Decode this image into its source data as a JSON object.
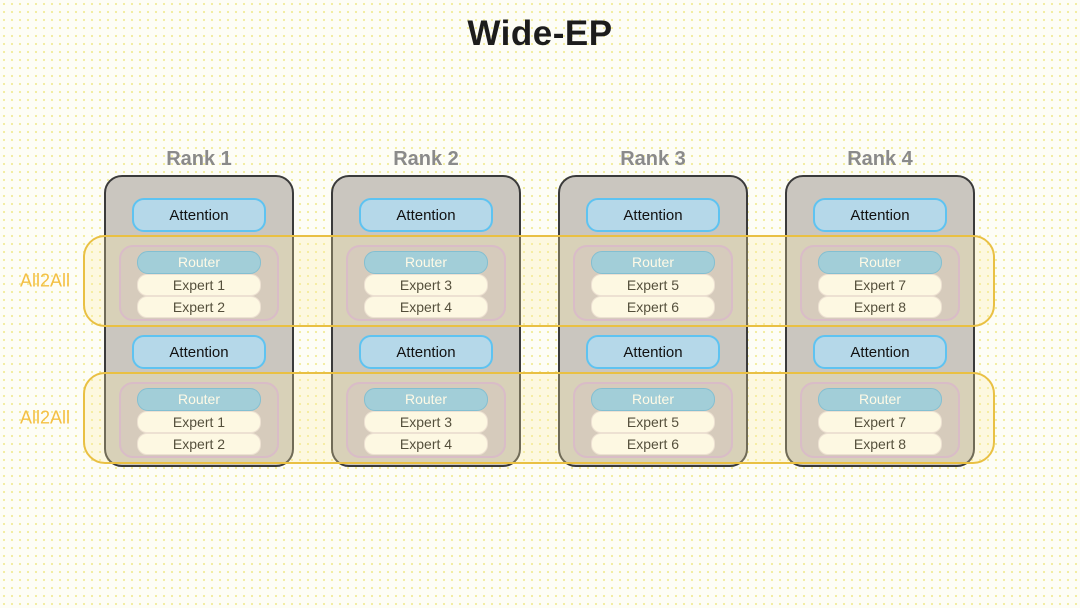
{
  "title": "Wide-EP",
  "bands": [
    {
      "label": "All2All"
    },
    {
      "label": "All2All"
    }
  ],
  "ranks": [
    {
      "label": "Rank 1",
      "layers": [
        {
          "attention": "Attention",
          "router": "Router",
          "experts": [
            "Expert 1",
            "Expert 2"
          ]
        },
        {
          "attention": "Attention",
          "router": "Router",
          "experts": [
            "Expert 1",
            "Expert 2"
          ]
        }
      ]
    },
    {
      "label": "Rank 2",
      "layers": [
        {
          "attention": "Attention",
          "router": "Router",
          "experts": [
            "Expert 3",
            "Expert 4"
          ]
        },
        {
          "attention": "Attention",
          "router": "Router",
          "experts": [
            "Expert 3",
            "Expert 4"
          ]
        }
      ]
    },
    {
      "label": "Rank 3",
      "layers": [
        {
          "attention": "Attention",
          "router": "Router",
          "experts": [
            "Expert 5",
            "Expert 6"
          ]
        },
        {
          "attention": "Attention",
          "router": "Router",
          "experts": [
            "Expert 5",
            "Expert 6"
          ]
        }
      ]
    },
    {
      "label": "Rank 4",
      "layers": [
        {
          "attention": "Attention",
          "router": "Router",
          "experts": [
            "Expert 7",
            "Expert 8"
          ]
        },
        {
          "attention": "Attention",
          "router": "Router",
          "experts": [
            "Expert 7",
            "Expert 8"
          ]
        }
      ]
    }
  ],
  "colors": {
    "title_color": "#1c1c1c",
    "rank_label_color": "#8a8a8a",
    "rank_box_fill": "#cac6bf",
    "rank_box_border": "#3a3a3a",
    "attention_fill": "#b5d8e9",
    "attention_border": "#5ec3f1",
    "moe_fill": "#c7bec5",
    "moe_border": "#cba9d4",
    "router_fill": "#7fc2ec",
    "router_border": "#54aee2",
    "expert_fill": "#fdfcfa",
    "band_border": "#e9c043",
    "band_fill": "rgba(255,238,165,0.28)",
    "all2all_label_color": "#f4c044"
  }
}
